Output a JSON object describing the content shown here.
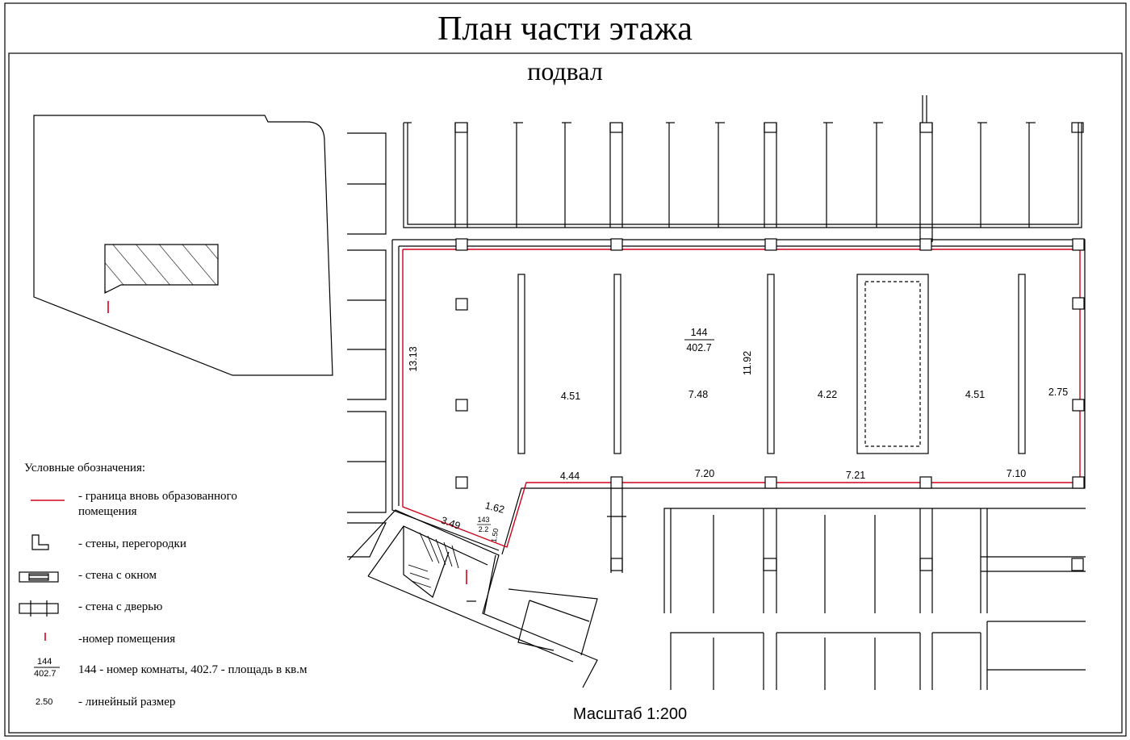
{
  "header": {
    "title": "План части этажа",
    "subtitle": "подвал"
  },
  "plan": {
    "room": {
      "number": "144",
      "area": "402.7"
    },
    "stair_room": {
      "number": "143",
      "area": "2.2"
    },
    "dimensions": {
      "left_height": "13.13",
      "column_height": "11.92",
      "span_1": "4.51",
      "span_2": "7.48",
      "span_3": "4.22",
      "span_4": "4.51",
      "right_width": "2.75",
      "bottom_1": "4.44",
      "bottom_2": "7.20",
      "bottom_3": "7.21",
      "bottom_4": "7.10",
      "stair_width": "3.49",
      "stair_top": "1.62",
      "stair_small": "1.50"
    }
  },
  "legend": {
    "heading": "Условные обозначения:",
    "items": [
      {
        "symbol": "red-line",
        "text_1": "- граница вновь образованного",
        "text_2": "помещения"
      },
      {
        "symbol": "wall-corner",
        "text_1": "- стены, перегородки"
      },
      {
        "symbol": "wall-window",
        "text_1": "- стена с окном"
      },
      {
        "symbol": "wall-door",
        "text_1": "- стена с дверью"
      },
      {
        "symbol": "room-marker",
        "text_1": "-номер помещения"
      },
      {
        "symbol": "fraction",
        "num": "144",
        "den": "402.7",
        "text_1": "144 - номер комнаты, 402.7 - площадь в кв.м"
      },
      {
        "symbol": "dim",
        "sample": "2.50",
        "text_1": "- линейный размер"
      }
    ]
  },
  "footer": {
    "scale": "Масштаб 1:200"
  },
  "colors": {
    "boundary": "#d0021b",
    "line": "#000000",
    "background": "#ffffff"
  }
}
